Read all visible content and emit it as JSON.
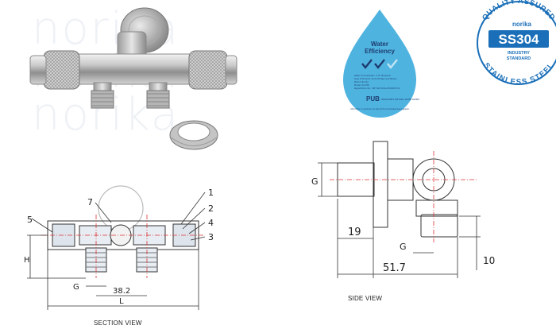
{
  "watermark": {
    "line1": "norika",
    "line2": "norika",
    "line3": "norika"
  },
  "badge_water": {
    "title_line1": "Water",
    "title_line2": "Efficiency",
    "fine_print": [
      "Water Consumption: 4.75 litres/min",
      "Type of Product: Shut-off Taps and Mixers",
      "Brand: Norika",
      "Model: N-2700",
      "Registration No.: WE TAP 20-N-2432406-F14"
    ],
    "pub_label": "PUB",
    "pub_sub": "SINGAPORE'S NATIONAL WATER AGENCY",
    "bottom_note": "Information on products can also be found at www.pub.gov.sg/wels"
  },
  "badge_ss": {
    "top_arc": "QUALITY ASSURED",
    "brand": "norika",
    "grade": "SS304",
    "line1": "INDUSTRY",
    "line2": "STANDARD",
    "bottom_arc": "STAINLESS STEEL"
  },
  "section_view": {
    "caption": "SECTION VIEW",
    "callouts": [
      "1",
      "2",
      "3",
      "4",
      "5",
      "7"
    ],
    "dims": {
      "h": "H",
      "g": "G",
      "pitch": "38.2",
      "length": "L"
    }
  },
  "side_view": {
    "caption": "SIDE VIEW",
    "dims": {
      "g_left": "G",
      "nineteen": "19",
      "g_bottom": "G",
      "total": "51.7",
      "ten": "10"
    }
  },
  "colors": {
    "water_drop": "#4fb3e0",
    "ss_blue": "#1a6fb8",
    "centerline": "#d33",
    "dim_line": "#333"
  }
}
